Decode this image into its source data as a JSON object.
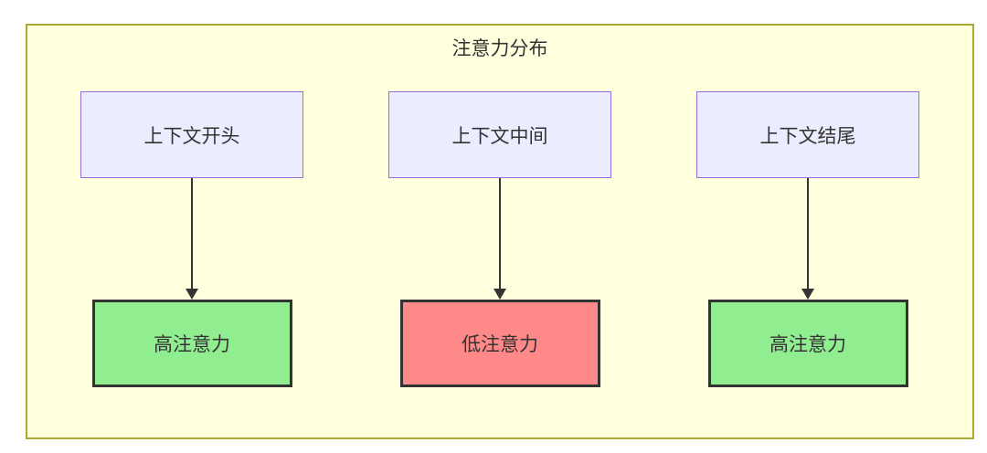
{
  "diagram": {
    "title": "注意力分布",
    "colors": {
      "container_bg": "#ffffde",
      "container_border": "#aaaa33",
      "node_bg": "#ececff",
      "node_border": "#9370db",
      "high_bg": "#90ee90",
      "low_bg": "#ff8888",
      "result_border": "#333333",
      "line": "#333333",
      "text": "#333333"
    },
    "columns": [
      {
        "source": "上下文开头",
        "result": "高注意力",
        "level": "high"
      },
      {
        "source": "上下文中间",
        "result": "低注意力",
        "level": "low"
      },
      {
        "source": "上下文结尾",
        "result": "高注意力",
        "level": "high"
      }
    ]
  }
}
